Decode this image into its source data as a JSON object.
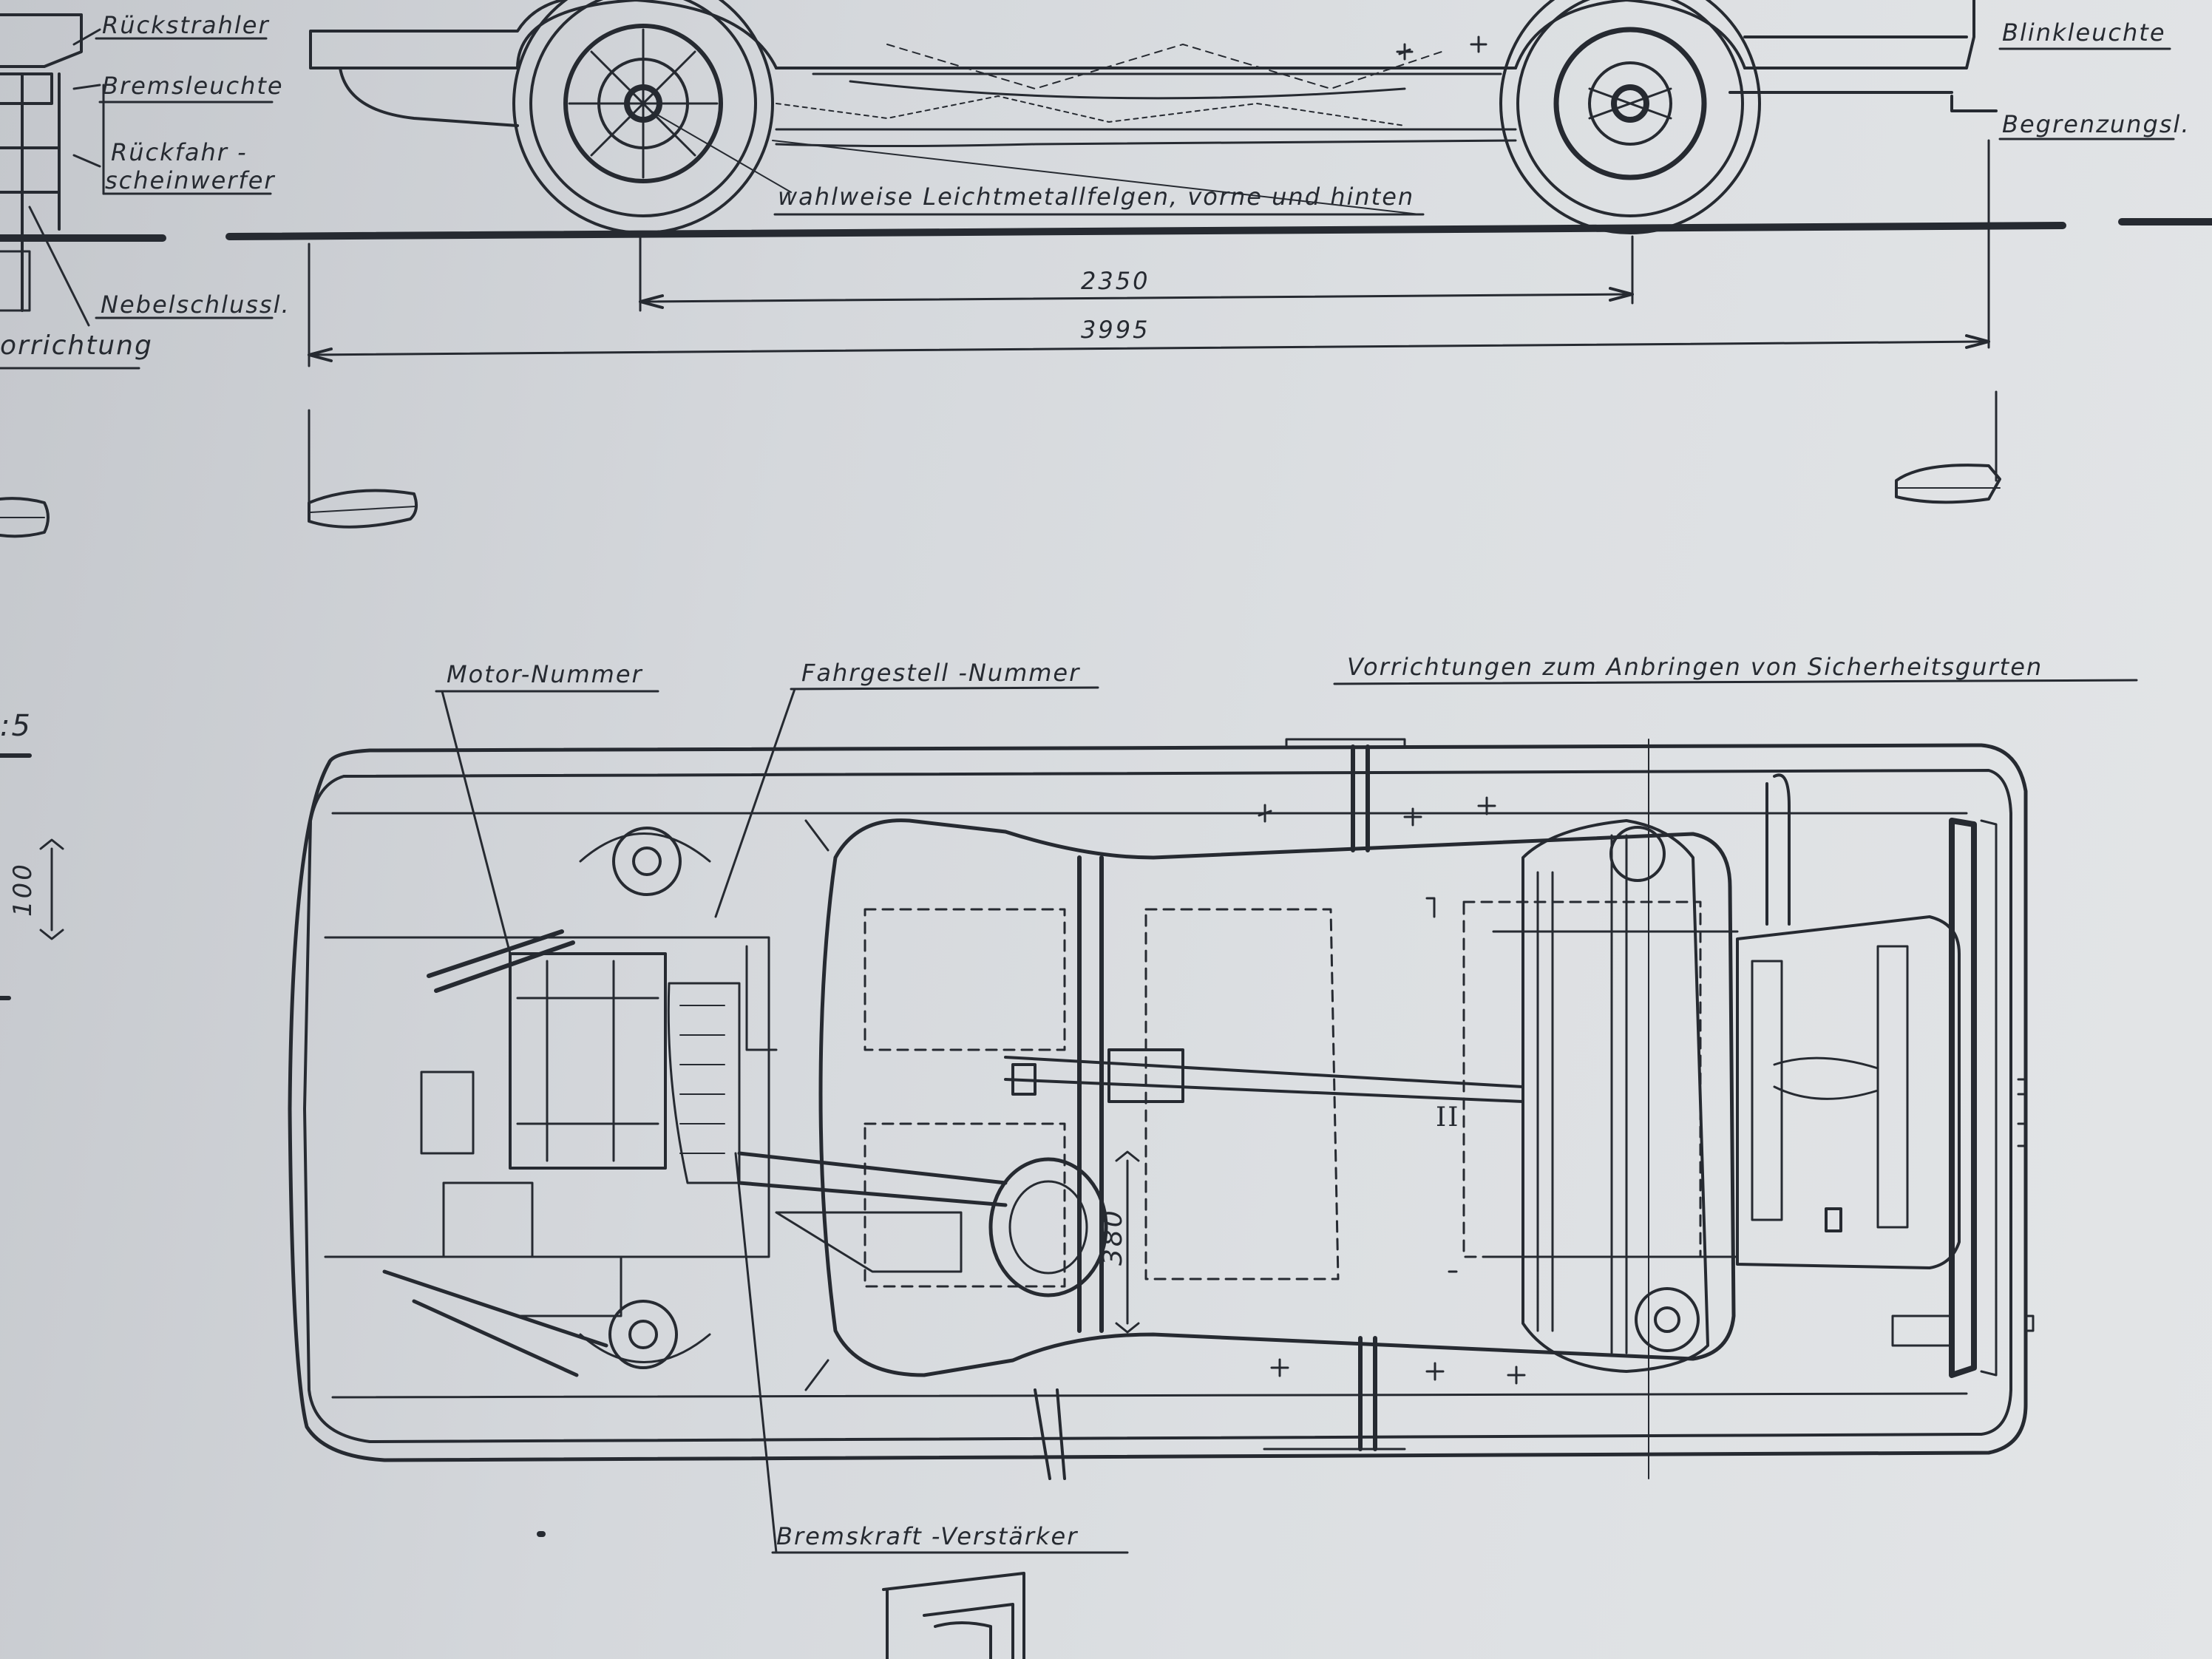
{
  "labels": {
    "rueckstrahler": "Rückstrahler",
    "bremsleuchte": "Bremsleuchte",
    "rueckfahr_line1": "Rückfahr -",
    "rueckfahr_line2": "scheinwerfer",
    "nebelschluss": "Nebelschlussl.",
    "vorrichtung_cut": "orrichtung",
    "blinkleuchte": "Blinkleuchte",
    "begrenzung": "Begrenzungsl.",
    "leichtmetall": "wahlweise Leichtmetallfelgen, vorne und hinten",
    "motor_nummer": "Motor-Nummer",
    "fahrgestell_nummer": "Fahrgestell -Nummer",
    "sicherheitsgurte": "Vorrichtungen zum Anbringen von Sicherheitsgurten",
    "bremskraft": "Bremskraft -Verstärker",
    "scale_cut": ":5",
    "roman_two": "II"
  },
  "dimensions": {
    "wheelbase": "2350",
    "overall_length": "3995",
    "scale_bar": "100",
    "seat_depth": "380"
  },
  "colors": {
    "ink": "#262a31",
    "paper": "#d8dbde"
  }
}
